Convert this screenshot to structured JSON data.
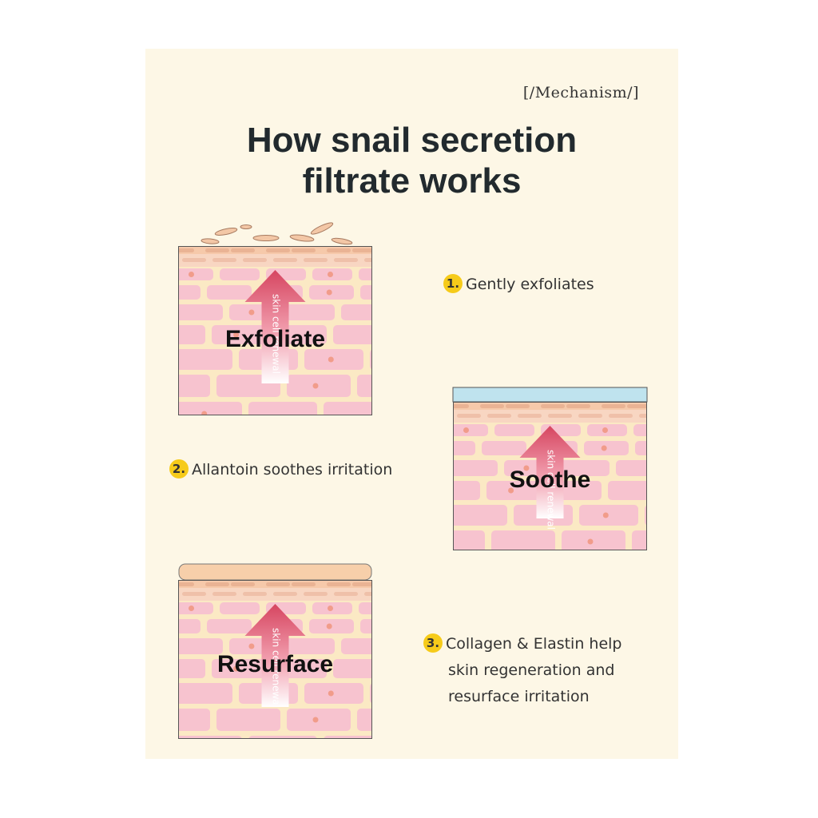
{
  "header": {
    "tag": "[/Mechanism/]",
    "title_line1": "How snail secretion",
    "title_line2": "filtrate works"
  },
  "panels": [
    {
      "label": "Exfoliate",
      "arrow_text": "skin cell renewal"
    },
    {
      "label": "Soothe",
      "arrow_text": "skin cell renewal"
    },
    {
      "label": "Resurface",
      "arrow_text": "skin cell renewal"
    }
  ],
  "steps": [
    {
      "num": "1.",
      "lines": [
        "Gently exfoliates"
      ]
    },
    {
      "num": "2.",
      "lines": [
        "Allantoin soothes irritation"
      ]
    },
    {
      "num": "3.",
      "lines": [
        "Collagen & Elastin help",
        "skin regeneration and",
        "resurface irritation"
      ]
    }
  ],
  "colors": {
    "background": "#fdf7e6",
    "cell": "#f7c3cf",
    "cell_dot": "#f19c8a",
    "arrow": "#d64560",
    "badge": "#f6cb1a",
    "soothe_layer": "#bfe3ee",
    "resurface_layer": "#f7cfaa"
  }
}
